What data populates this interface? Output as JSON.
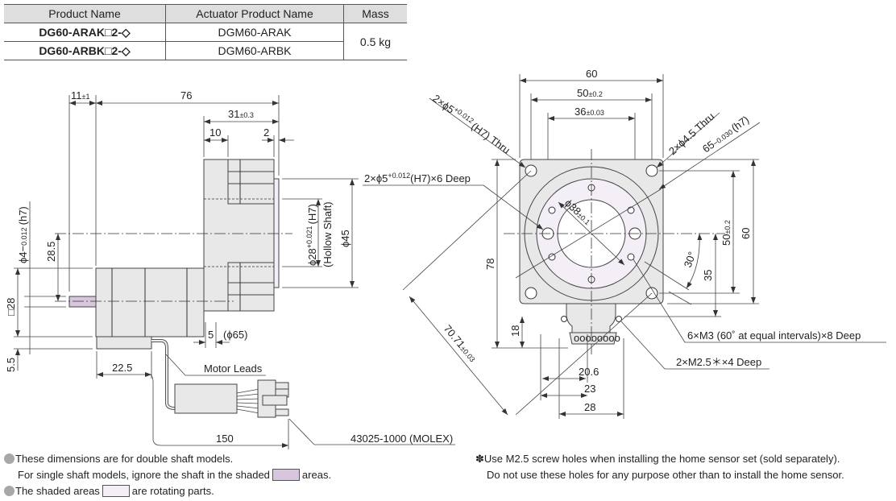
{
  "table": {
    "headers": [
      "Product Name",
      "Actuator Product Name",
      "Mass"
    ],
    "rows": [
      {
        "product": "DG60-ARAK□2-◇",
        "actuator": "DGM60-ARAK"
      },
      {
        "product": "DG60-ARBK□2-◇",
        "actuator": "DGM60-ARBK"
      }
    ],
    "mass": "0.5 kg"
  },
  "side_view": {
    "dim_11": "11",
    "dim_11_tol": "±1",
    "dim_76": "76",
    "dim_31": "31",
    "dim_31_tol": "±0.3",
    "dim_10": "10",
    "dim_2": "2",
    "dim_phi45": "ϕ45",
    "dim_phi28": "ϕ28",
    "dim_phi28_up": "+0.021",
    "dim_phi28_low": "0",
    "dim_phi28_fit": "(H7)",
    "hollow_shaft": "(Hollow Shaft)",
    "dim_phi4": "ϕ4−",
    "dim_phi4_up": "0",
    "dim_phi4_low": "0.012",
    "dim_phi4_fit": "(h7)",
    "dim_28_5": "28.5",
    "dim_sq28": "□28",
    "dim_5_5": "5.5",
    "dim_5": "5",
    "dim_phi65": "(ϕ65)",
    "dim_22_5": "22.5",
    "motor_leads": "Motor Leads",
    "dim_150": "150",
    "connector": "43025-1000 (MOLEX)"
  },
  "front_view": {
    "dim_60_top": "60",
    "dim_50_top": "50",
    "dim_50_top_tol": "±0.2",
    "dim_36": "36",
    "dim_36_tol": "±0.03",
    "hole_phi5_thru": "2×ϕ5",
    "hole_phi5_thru_up": "+0.012",
    "hole_phi5_thru_low": "0",
    "hole_phi5_thru_rest": "(H7) Thru",
    "hole_phi5_deep": "2×ϕ5",
    "hole_phi5_deep_tol": "+0.012",
    "hole_phi5_deep_rest": "(H7)×6 Deep",
    "hole_phi4_5": "2×ϕ4.5 Thru",
    "dim_65": "65",
    "dim_65_tol": "−0.030",
    "dim_65_fit": "(h7)",
    "dim_phi38": "ϕ38",
    "dim_phi38_tol": "±0.1",
    "dim_78": "78",
    "dim_60_right": "60",
    "dim_50_right": "50",
    "dim_50_right_tol": "±0.2",
    "dim_35": "35",
    "angle_30": "30°",
    "dim_18": "18",
    "dim_70_71": "70.71",
    "dim_70_71_tol": "±0.03",
    "m3_holes": "6×M3 (60˚ at equal intervals)×8 Deep",
    "m2_5_holes": "2×M2.5＊×4 Deep",
    "dim_20_6": "20.6",
    "dim_23": "23",
    "dim_28": "28"
  },
  "notes": {
    "note1": "These dimensions are for double shaft models.",
    "note2a": "For single shaft models, ignore the shaft in the shaded",
    "note2b": "areas.",
    "note3a": "The shaded areas",
    "note3b": "are rotating parts.",
    "star_note1": "✽Use M2.5 screw holes when installing the home sensor set (sold separately).",
    "star_note2": "Do not use these holes for any purpose other than to install the home sensor."
  },
  "colors": {
    "shaft_shade": "#d8c6df",
    "rotating_shade": "#f4eef6",
    "body": "#e8e8e8"
  }
}
